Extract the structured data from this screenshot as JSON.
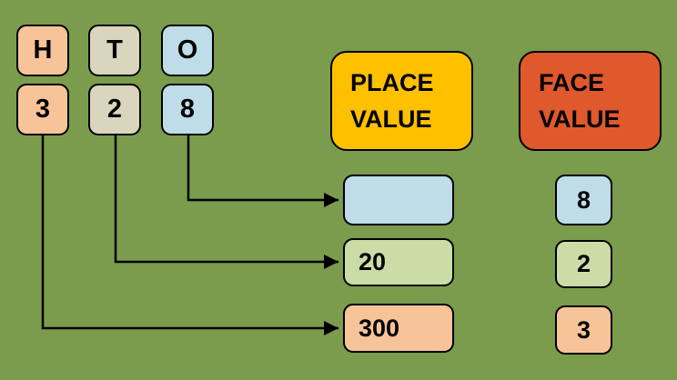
{
  "background_color": "#7b9b4d",
  "arrow_color": "#000000",
  "hto": {
    "headers": [
      {
        "label": "H",
        "color": "#f7c499"
      },
      {
        "label": "T",
        "color": "#dad6be"
      },
      {
        "label": "O",
        "color": "#bfdde9"
      }
    ],
    "digits": [
      {
        "label": "3",
        "color": "#f7c499"
      },
      {
        "label": "2",
        "color": "#dad6be"
      },
      {
        "label": "8",
        "color": "#bfdde9"
      }
    ]
  },
  "place_value": {
    "title_line1": "PLACE",
    "title_line2": "VALUE",
    "header_color": "#ffc000",
    "items": [
      {
        "value": "",
        "color": "#bfdde9"
      },
      {
        "value": "20",
        "color": "#cbdca6"
      },
      {
        "value": "300",
        "color": "#f7c499"
      }
    ]
  },
  "face_value": {
    "title_line1": "FACE",
    "title_line2": "VALUE",
    "header_color": "#e0592c",
    "items": [
      {
        "value": "8",
        "color": "#bfdde9"
      },
      {
        "value": "2",
        "color": "#cbdca6"
      },
      {
        "value": "3",
        "color": "#f7c499"
      }
    ]
  }
}
